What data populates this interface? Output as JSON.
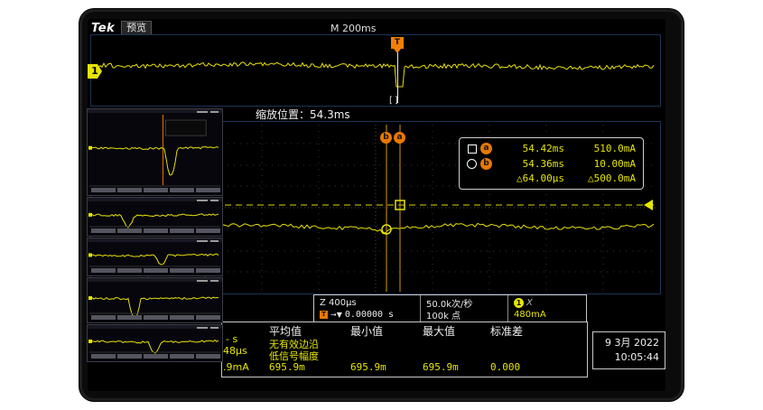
{
  "header": {
    "brand": "Tek",
    "mode_label": "预览",
    "timebase": "M 200ms",
    "trigger_symbol": "T"
  },
  "channels": {
    "ch1_badge": "1"
  },
  "zoom_panel": {
    "position_label": "缩放位置：54.3ms",
    "bracket": "[]"
  },
  "cursors": {
    "a_label": "a",
    "b_label": "b",
    "readout": {
      "a_time": "54.42ms",
      "a_value": "510.0mA",
      "b_time": "54.36ms",
      "b_value": "10.00mA",
      "delta_time": "△64.00µs",
      "delta_value": "△500.0mA"
    }
  },
  "status_bar": {
    "zoom_scale": "Z 400µs",
    "trigger_symbol": "T",
    "trigger_arrows": "→▼",
    "trigger_time": "0.00000 s",
    "sample_rate": "50.0k次/秒",
    "record_length": "100k 点",
    "channel": "1",
    "channel_symbol": "X",
    "channel_scale": "480mA"
  },
  "measurements": {
    "headers": [
      "平均值",
      "最小值",
      "最大值",
      "标准差"
    ],
    "warning_line1": "无有效边沿",
    "warning_line2": "低信号幅度",
    "fragments": [
      "- s",
      "48µs",
      ".9mA"
    ],
    "values": [
      "695.9m",
      "695.9m",
      "695.9m",
      "0.000"
    ]
  },
  "clock": {
    "date": "9 3月 2022",
    "time": "10:05:44"
  }
}
